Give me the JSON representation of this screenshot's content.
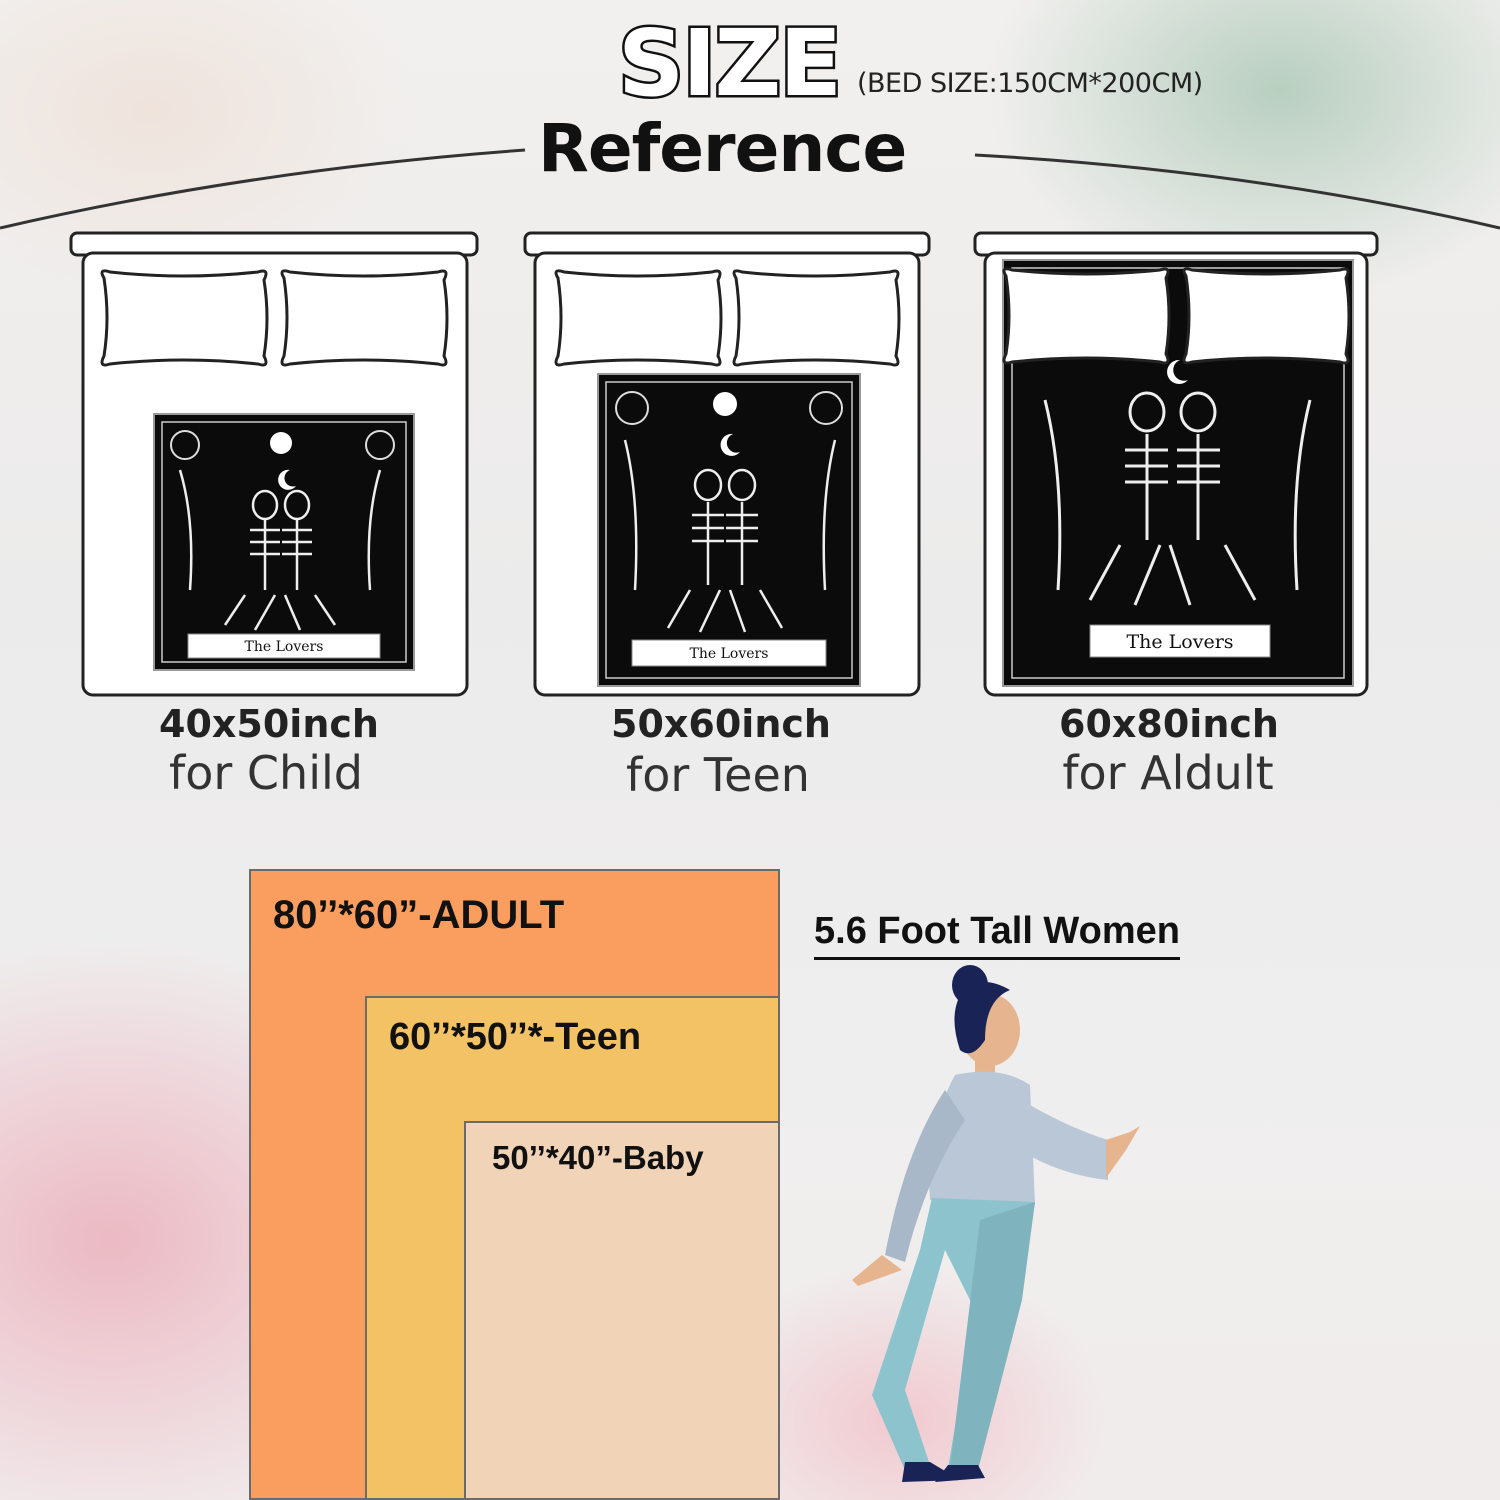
{
  "header": {
    "title_big": "SIZE",
    "bed_size_note": "(BED SIZE:150CM*200CM)",
    "title_sub": "Reference"
  },
  "beds": [
    {
      "size": "40x50inch",
      "audience": "for Child",
      "blanket_label": "The Lovers"
    },
    {
      "size": "50x60inch",
      "audience": "for Teen",
      "blanket_label": "The Lovers"
    },
    {
      "size": "60x80inch",
      "audience": "for Aldult",
      "blanket_label": "The Lovers"
    }
  ],
  "comparison": {
    "adult_label": "80’’*60”-ADULT",
    "teen_label": "60’’*50’’*-Teen",
    "baby_label": "50’’*40”-Baby",
    "woman_label": "5.6 Foot Tall Women"
  },
  "colors": {
    "adult": "#f99e5f",
    "teen": "#f3c265",
    "baby": "#f1d3b7",
    "top": "#b9c7d6",
    "pants": "#8cc3cd",
    "hair": "#1a2355",
    "skin": "#e6b58f"
  }
}
